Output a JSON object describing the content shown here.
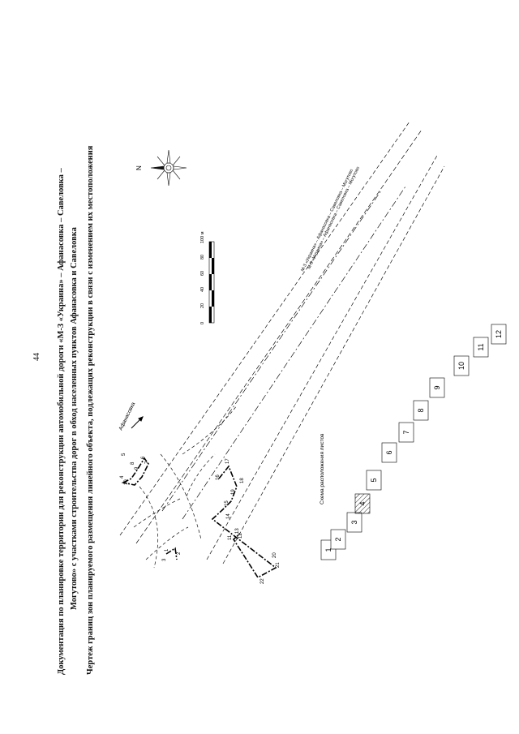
{
  "page_number": "44",
  "title_line1": "Документация по планировке территории для реконструкции автомобильной дороги «М-3 «Украина» – Афанасовка – Савеловка –",
  "title_line2": "Могутово» с участками строительства дорог в обход населенных пунктов Афанасовка и Савеловка",
  "drawing_title": "Чертеж границ зон планируемого размещения линейного объекта, подлежащих реконструкции в связи с изменением их местоположения",
  "road_label": "М-3 «Украина» – Афанасовка – Савеловка – Могутово",
  "direction_label": "Афанасовка",
  "north_label": "N",
  "scale": {
    "ticks": [
      "0",
      "20",
      "40",
      "60",
      "80",
      "100 м"
    ]
  },
  "sheet_scheme": {
    "title": "Схема расположения листов",
    "sheets": [
      "1",
      "2",
      "3",
      "4",
      "5",
      "6",
      "7",
      "8",
      "9",
      "10",
      "11",
      "12"
    ],
    "current": "4"
  },
  "boundary_points": [
    "1",
    "2",
    "3",
    "4",
    "5",
    "6",
    "7",
    "8",
    "9",
    "10",
    "11",
    "12",
    "13",
    "14",
    "15",
    "16",
    "17",
    "18",
    "19",
    "20",
    "21",
    "22"
  ],
  "colors": {
    "line": "#111111",
    "boundary": "#000000",
    "hatch": "#222222"
  }
}
